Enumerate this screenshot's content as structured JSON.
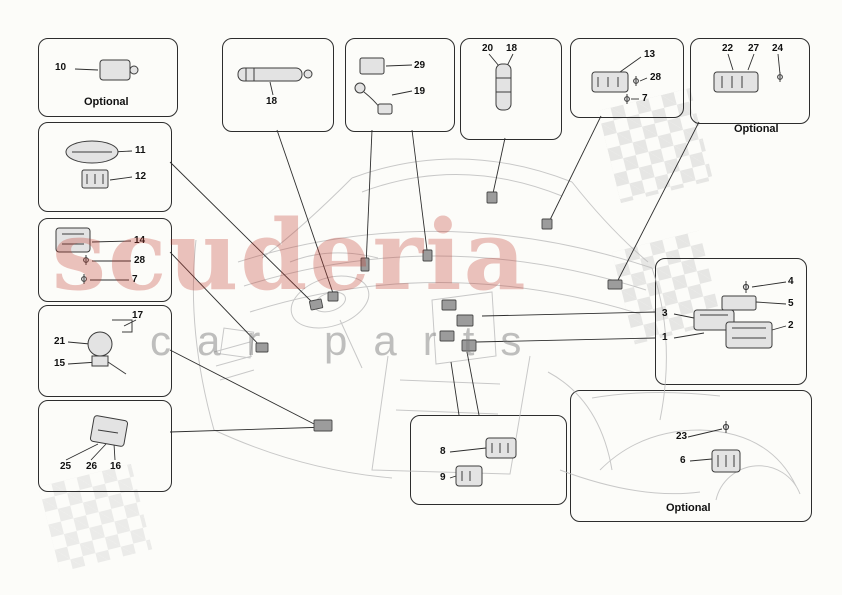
{
  "watermark": {
    "title": "scuderia",
    "subtitle": "car parts"
  },
  "labels": {
    "optional": "Optional"
  },
  "colors": {
    "watermark_red": "#c23b2e",
    "line": "#2d2d2d",
    "sketch": "#bcbcbc"
  },
  "boxes": {
    "b1": {
      "labels": [
        "10"
      ],
      "optional": "Optional"
    },
    "b2": {
      "labels": [
        "11",
        "12"
      ]
    },
    "b3": {
      "labels": [
        "14",
        "28",
        "7"
      ]
    },
    "b4": {
      "labels": [
        "17",
        "21",
        "15"
      ]
    },
    "b5": {
      "labels": [
        "25",
        "26",
        "16"
      ]
    },
    "b6": {
      "labels": [
        "18"
      ]
    },
    "b7": {
      "labels": [
        "29",
        "19"
      ]
    },
    "b8": {
      "labels": [
        "20",
        "18"
      ]
    },
    "b9": {
      "labels": [
        "13",
        "28",
        "7"
      ]
    },
    "b10": {
      "labels": [
        "22",
        "27",
        "24"
      ],
      "optional": "Optional"
    },
    "b11": {
      "labels": [
        "4",
        "5",
        "3",
        "2",
        "1"
      ]
    },
    "b12": {
      "labels": [
        "8",
        "9"
      ]
    },
    "b13": {
      "labels": [
        "23",
        "6"
      ],
      "optional": "Optional"
    }
  }
}
